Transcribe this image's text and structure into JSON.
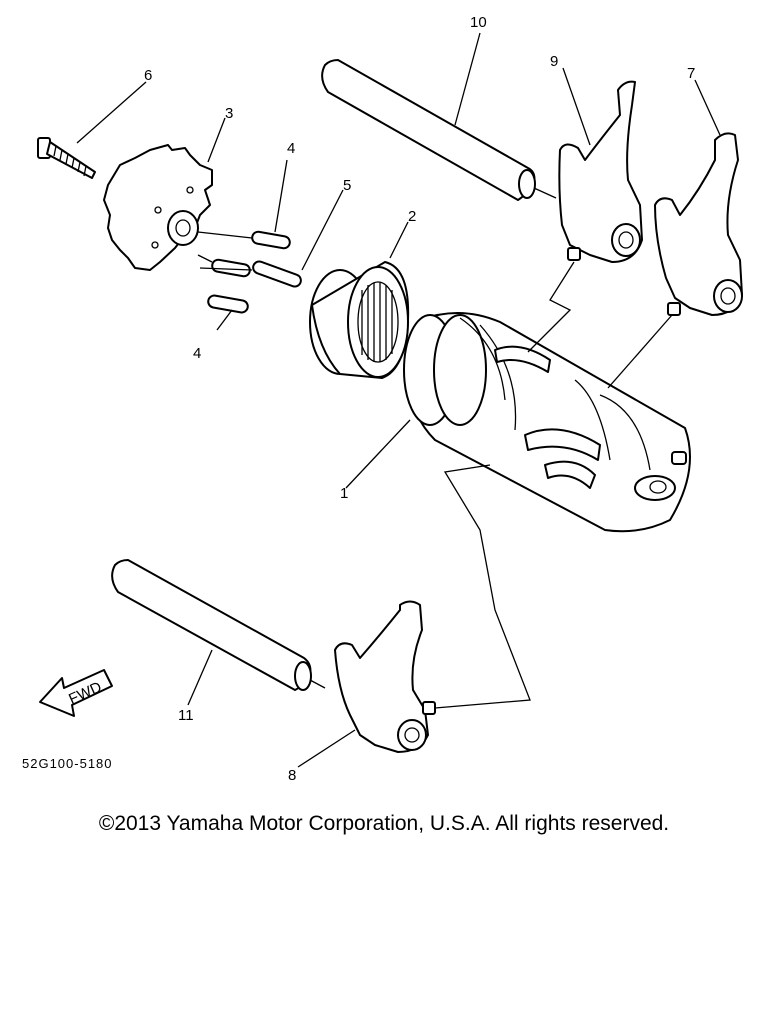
{
  "part_labels": {
    "p1": "1",
    "p2": "2",
    "p3": "3",
    "p4a": "4",
    "p4b": "4",
    "p5": "5",
    "p6": "6",
    "p7": "7",
    "p8": "8",
    "p9": "9",
    "p10": "10",
    "p11": "11"
  },
  "fwd_label": "FWD",
  "diagram_code": "52G100-5180",
  "copyright": "©2013 Yamaha Motor Corporation, U.S.A. All rights reserved."
}
